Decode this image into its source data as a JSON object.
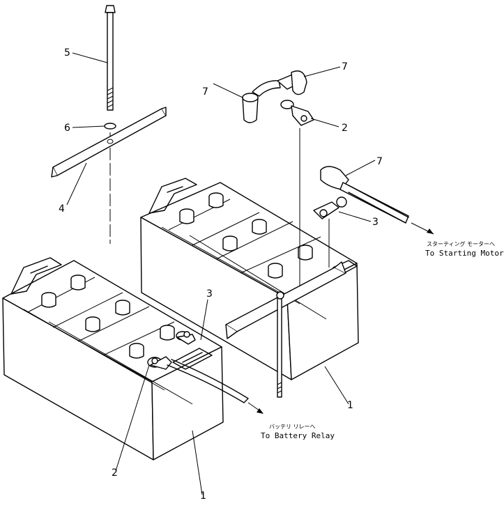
{
  "callouts": {
    "c1a": "1",
    "c1b": "1",
    "c2a": "2",
    "c2b": "2",
    "c3a": "3",
    "c3b": "3",
    "c4": "4",
    "c5": "5",
    "c6": "6",
    "c7a": "7",
    "c7b": "7",
    "c7c": "7"
  },
  "notes": {
    "starting_motor_jp": "スターティング モーターへ",
    "starting_motor_en": "To Starting Motor",
    "battery_relay_jp": "バッテリ リレーへ",
    "battery_relay_en": "To Battery Relay"
  }
}
